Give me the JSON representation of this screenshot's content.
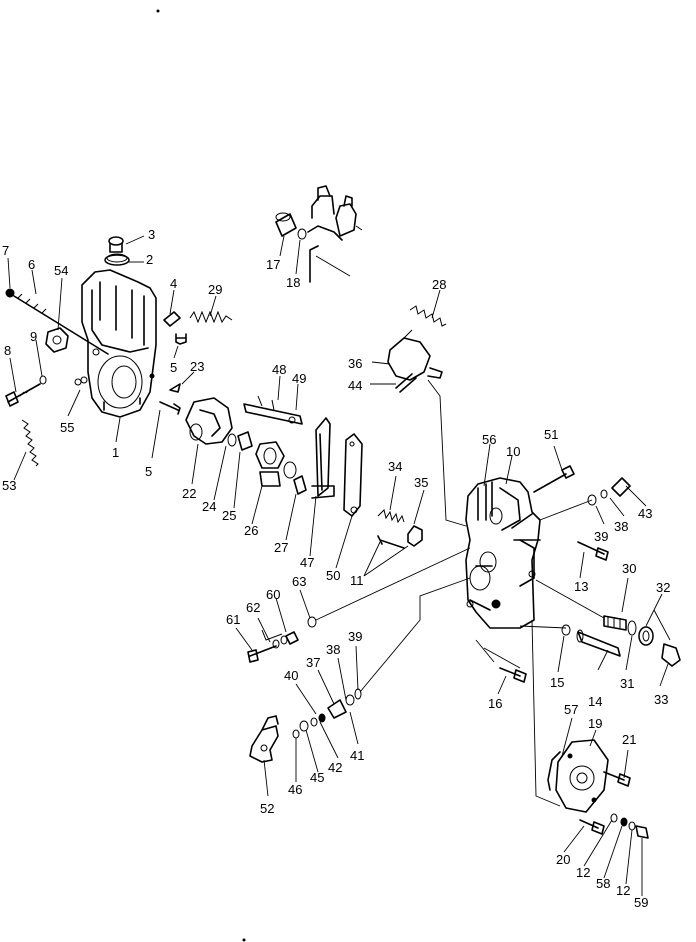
{
  "labels": [
    {
      "id": "1",
      "text": "1"
    },
    {
      "id": "2",
      "text": "2"
    },
    {
      "id": "3",
      "text": "3"
    },
    {
      "id": "4",
      "text": "4"
    },
    {
      "id": "5a",
      "text": "5"
    },
    {
      "id": "5b",
      "text": "5"
    },
    {
      "id": "6",
      "text": "6"
    },
    {
      "id": "7",
      "text": "7"
    },
    {
      "id": "8",
      "text": "8"
    },
    {
      "id": "9",
      "text": "9"
    },
    {
      "id": "10",
      "text": "10"
    },
    {
      "id": "11",
      "text": "11"
    },
    {
      "id": "12a",
      "text": "12"
    },
    {
      "id": "12b",
      "text": "12"
    },
    {
      "id": "13",
      "text": "13"
    },
    {
      "id": "14",
      "text": "14"
    },
    {
      "id": "15",
      "text": "15"
    },
    {
      "id": "16",
      "text": "16"
    },
    {
      "id": "17",
      "text": "17"
    },
    {
      "id": "18",
      "text": "18"
    },
    {
      "id": "19",
      "text": "19"
    },
    {
      "id": "20",
      "text": "20"
    },
    {
      "id": "21",
      "text": "21"
    },
    {
      "id": "22",
      "text": "22"
    },
    {
      "id": "23",
      "text": "23"
    },
    {
      "id": "24",
      "text": "24"
    },
    {
      "id": "25",
      "text": "25"
    },
    {
      "id": "26",
      "text": "26"
    },
    {
      "id": "27",
      "text": "27"
    },
    {
      "id": "28",
      "text": "28"
    },
    {
      "id": "29",
      "text": "29"
    },
    {
      "id": "30",
      "text": "30"
    },
    {
      "id": "31",
      "text": "31"
    },
    {
      "id": "32",
      "text": "32"
    },
    {
      "id": "33",
      "text": "33"
    },
    {
      "id": "34",
      "text": "34"
    },
    {
      "id": "35",
      "text": "35"
    },
    {
      "id": "36",
      "text": "36"
    },
    {
      "id": "37",
      "text": "37"
    },
    {
      "id": "38a",
      "text": "38"
    },
    {
      "id": "38b",
      "text": "38"
    },
    {
      "id": "39a",
      "text": "39"
    },
    {
      "id": "39b",
      "text": "39"
    },
    {
      "id": "40",
      "text": "40"
    },
    {
      "id": "41",
      "text": "41"
    },
    {
      "id": "42",
      "text": "42"
    },
    {
      "id": "43",
      "text": "43"
    },
    {
      "id": "44",
      "text": "44"
    },
    {
      "id": "45",
      "text": "45"
    },
    {
      "id": "46",
      "text": "46"
    },
    {
      "id": "47",
      "text": "47"
    },
    {
      "id": "48",
      "text": "48"
    },
    {
      "id": "49",
      "text": "49"
    },
    {
      "id": "50",
      "text": "50"
    },
    {
      "id": "51",
      "text": "51"
    },
    {
      "id": "52",
      "text": "52"
    },
    {
      "id": "53",
      "text": "53"
    },
    {
      "id": "54",
      "text": "54"
    },
    {
      "id": "55",
      "text": "55"
    },
    {
      "id": "56",
      "text": "56"
    },
    {
      "id": "57",
      "text": "57"
    },
    {
      "id": "58",
      "text": "58"
    },
    {
      "id": "59",
      "text": "59"
    },
    {
      "id": "60",
      "text": "60"
    },
    {
      "id": "61",
      "text": "61"
    },
    {
      "id": "62",
      "text": "62"
    },
    {
      "id": "63",
      "text": "63"
    }
  ]
}
